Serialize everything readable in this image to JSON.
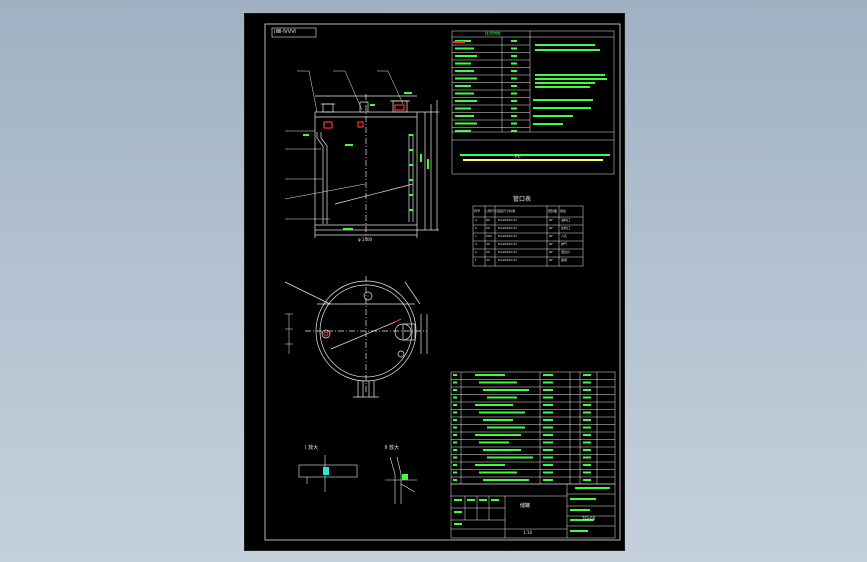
{
  "drawing": {
    "title_box": "ⅠⅡⅢ-ⅣⅤⅥ",
    "tech_table_header": "技术特性",
    "tech_table_label": "Pc",
    "nozzle_table_title": "管口表",
    "nozzle_table_headers": [
      "符号",
      "公称尺寸",
      "连接尺寸标准",
      "密封面",
      "用途"
    ],
    "nozzle_rows": [
      [
        "a",
        "80",
        "HG20592-97",
        "RF",
        "进料口"
      ],
      [
        "b",
        "50",
        "HG20592-97",
        "RF",
        "出料口"
      ],
      [
        "c",
        "500",
        "HG20592-97",
        "RF",
        "人孔"
      ],
      [
        "d",
        "40",
        "HG20592-97",
        "RF",
        "排气"
      ],
      [
        "e",
        "25",
        "HG20592-97",
        "RF",
        "液位计"
      ],
      [
        "f",
        "32",
        "HG20592-97",
        "RF",
        "备用"
      ]
    ],
    "section_a_label": "Ⅰ 放大",
    "section_b_label": "Ⅱ 放大",
    "title_block_name": "储罐",
    "title_block_drawing_no": "TGJ-00",
    "title_block_scale": "1:10",
    "dim_label": "φ 1400",
    "colors": {
      "sheet": "#000000",
      "line": "#e8e8e8",
      "text": "#3cff3c",
      "accent": "#ff3030",
      "highlight": "#33e0e0"
    }
  }
}
